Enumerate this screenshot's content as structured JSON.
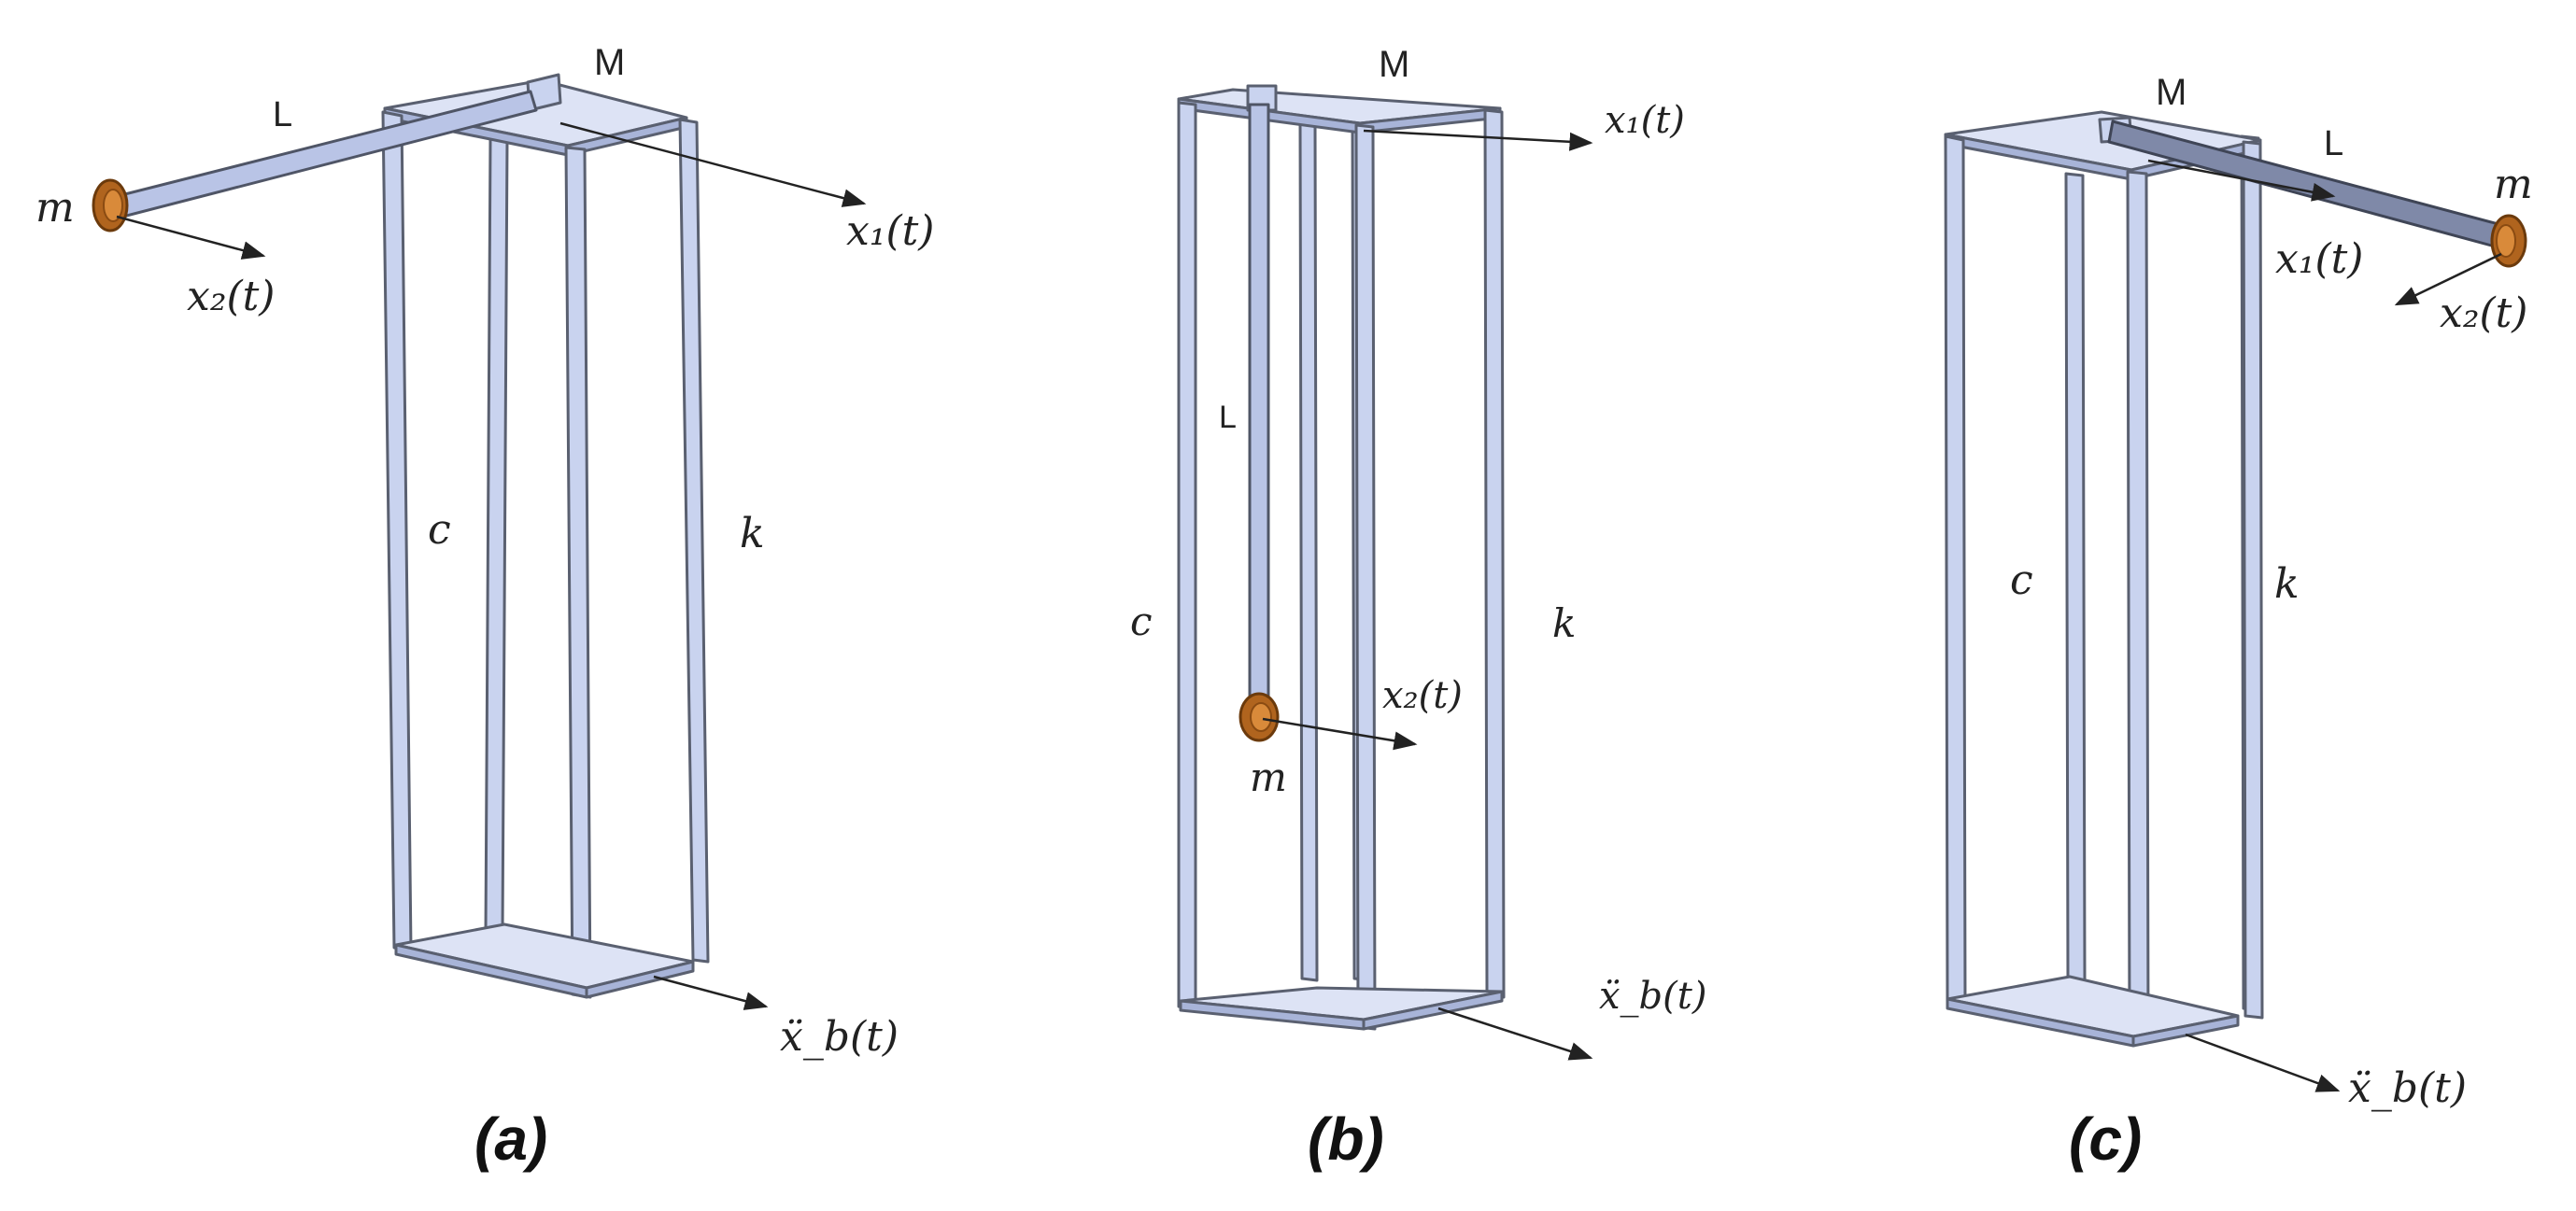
{
  "panels": [
    {
      "caption": "(a)",
      "labels": {
        "M": "M",
        "L": "L",
        "m": "m",
        "c": "c",
        "k": "k",
        "x1": "x₁(t)",
        "x2": "x₂(t)",
        "xb": "ẍ_b(t)"
      }
    },
    {
      "caption": "(b)",
      "labels": {
        "M": "M",
        "L": "L",
        "m": "m",
        "c": "c",
        "k": "k",
        "x1": "x₁(t)",
        "x2": "x₂(t)",
        "xb": "ẍ_b(t)"
      }
    },
    {
      "caption": "(c)",
      "labels": {
        "M": "M",
        "L": "L",
        "m": "m",
        "c": "c",
        "k": "k",
        "x1": "x₁(t)",
        "x2": "x₂(t)",
        "xb": "ẍ_b(t)"
      }
    }
  ],
  "colors": {
    "frame_fill": "#c9d3ef",
    "frame_stroke": "#5a6070",
    "mass": "#b0641e"
  }
}
